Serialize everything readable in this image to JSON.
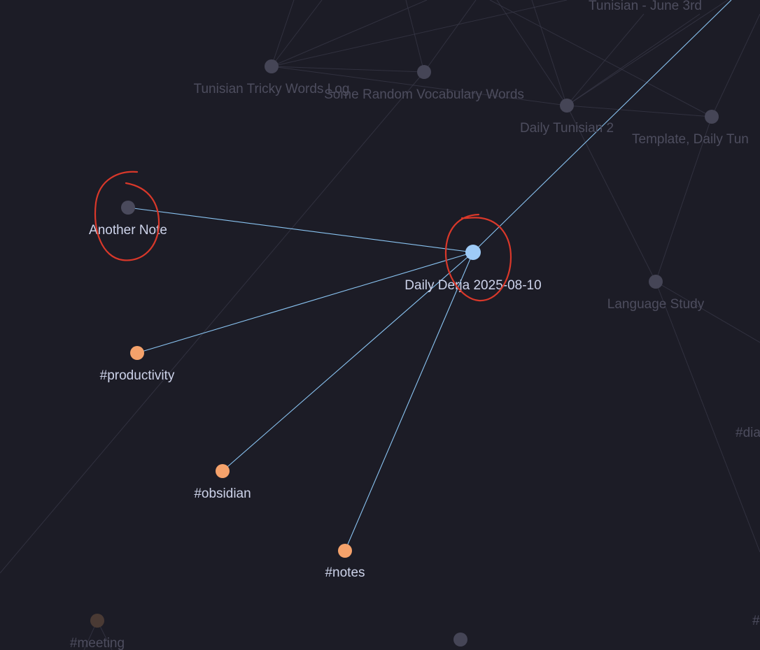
{
  "graph": {
    "colors": {
      "background": "#1c1c26",
      "active_edge": "#8ac4f2",
      "focus_node": "#9ecbf7",
      "tag_node": "#f5a26b",
      "annotation": "#d9382a"
    },
    "labels": {
      "tunisian_june": "Tunisian - June 3rd",
      "tricky_words": "Tunisian Tricky Words Log",
      "random_vocab": "Some Random Vocabulary Words",
      "daily_tunisian_2": "Daily Tunisian 2",
      "template_daily": "Template, Daily Tun",
      "another_note": "Another Note",
      "daily_derja": "Daily Derja 2025-08-10",
      "language_study": "Language Study",
      "productivity": "#productivity",
      "obsidian": "#obsidian",
      "notes": "#notes",
      "dia": "#dia",
      "meeting": "#meeting",
      "hash_edge": "#"
    }
  }
}
